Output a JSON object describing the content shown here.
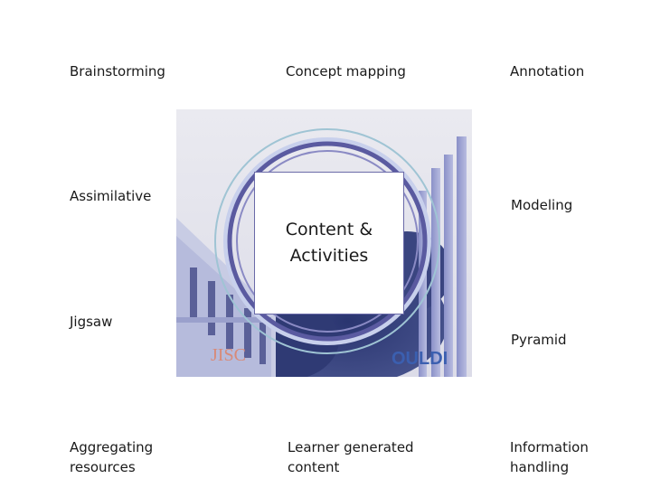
{
  "activities": {
    "brainstorming": "Brainstorming",
    "concept_mapping": "Concept mapping",
    "annotation": "Annotation",
    "assimilative": "Assimilative",
    "modeling": "Modeling",
    "jigsaw": "Jigsaw",
    "pyramid": "Pyramid",
    "aggregating": "Aggregating\nresources",
    "learner_generated": "Learner generated\ncontent",
    "information_handling": "Information\nhandling"
  },
  "center": {
    "text": "Content &\nActivities"
  },
  "logos": {
    "jisc": "JISC",
    "ouldi": "OULDI"
  },
  "colors": {
    "ring_dark": "#5a5aa0",
    "ring_light": "#9fc4d4",
    "jisc_logo": "#d88a78",
    "ouldi_logo": "#3b5fb0"
  }
}
